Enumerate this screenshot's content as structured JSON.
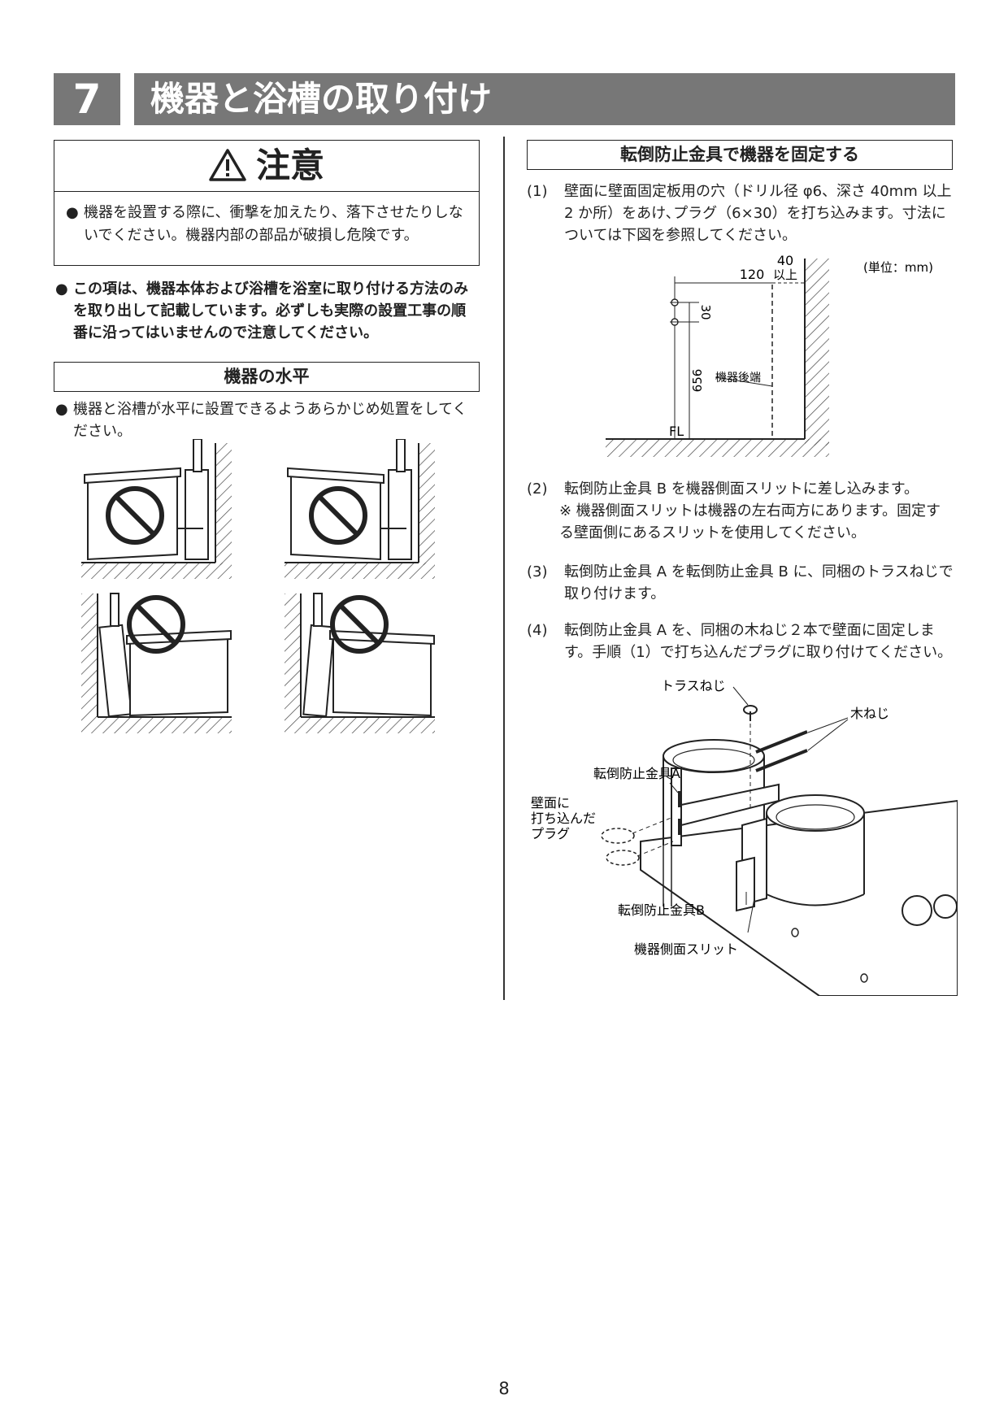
{
  "section": {
    "number": "7",
    "title": "機器と浴槽の取り付け"
  },
  "caution": {
    "title": "注意",
    "text": "機器を設置する際に、衝撃を加えたり、落下させたりしないでください。機器内部の部品が破損し危険です。"
  },
  "note": "この項は、機器本体および浴槽を浴室に取り付ける方法のみを取り出して記載しています。必ずしも実際の設置工事の順番に沿ってはいませんので注意してください。",
  "leveling": {
    "heading": "機器の水平",
    "text": "機器と浴槽が水平に設置できるようあらかじめ処置をしてください。"
  },
  "fixing": {
    "heading": "転倒防止金具で機器を固定する",
    "steps": [
      {
        "num": "(1)",
        "text": "壁面に壁面固定板用の穴（ドリル径 φ6、深さ 40mm 以上　2 か所）をあけ､プラグ（6×30）を打ち込みます。寸法については下図を参照してください。"
      },
      {
        "num": "(2)",
        "text": "転倒防止金具 B を機器側面スリットに差し込みます。"
      },
      {
        "num": "(3)",
        "text": "転倒防止金具 A を転倒防止金具 B に、同梱のトラスねじで取り付けます。"
      },
      {
        "num": "(4)",
        "text": "転倒防止金具 A を、同梱の木ねじ２本で壁面に固定します。手順（1）で打ち込んだプラグに取り付けてください。"
      }
    ],
    "step2_note": "※ 機器側面スリットは機器の左右両方にあります。固定する壁面側にあるスリットを使用してください。"
  },
  "dimension_figure": {
    "unit": "(単位：mm)",
    "dim_120": "120",
    "dim_40": "40",
    "dim_40_suffix": "以上",
    "dim_30": "30",
    "dim_656": "656",
    "rear_edge": "機器後端",
    "floor": "FL"
  },
  "assembly_figure": {
    "truss_screw": "トラスねじ",
    "wood_screw": "木ねじ",
    "bracket_a": "転倒防止金具A",
    "plug_line1": "壁面に",
    "plug_line2": "打ち込んだ",
    "plug_line3": "プラグ",
    "bracket_b": "転倒防止金具B",
    "side_slit": "機器側面スリット"
  },
  "page_number": "8"
}
